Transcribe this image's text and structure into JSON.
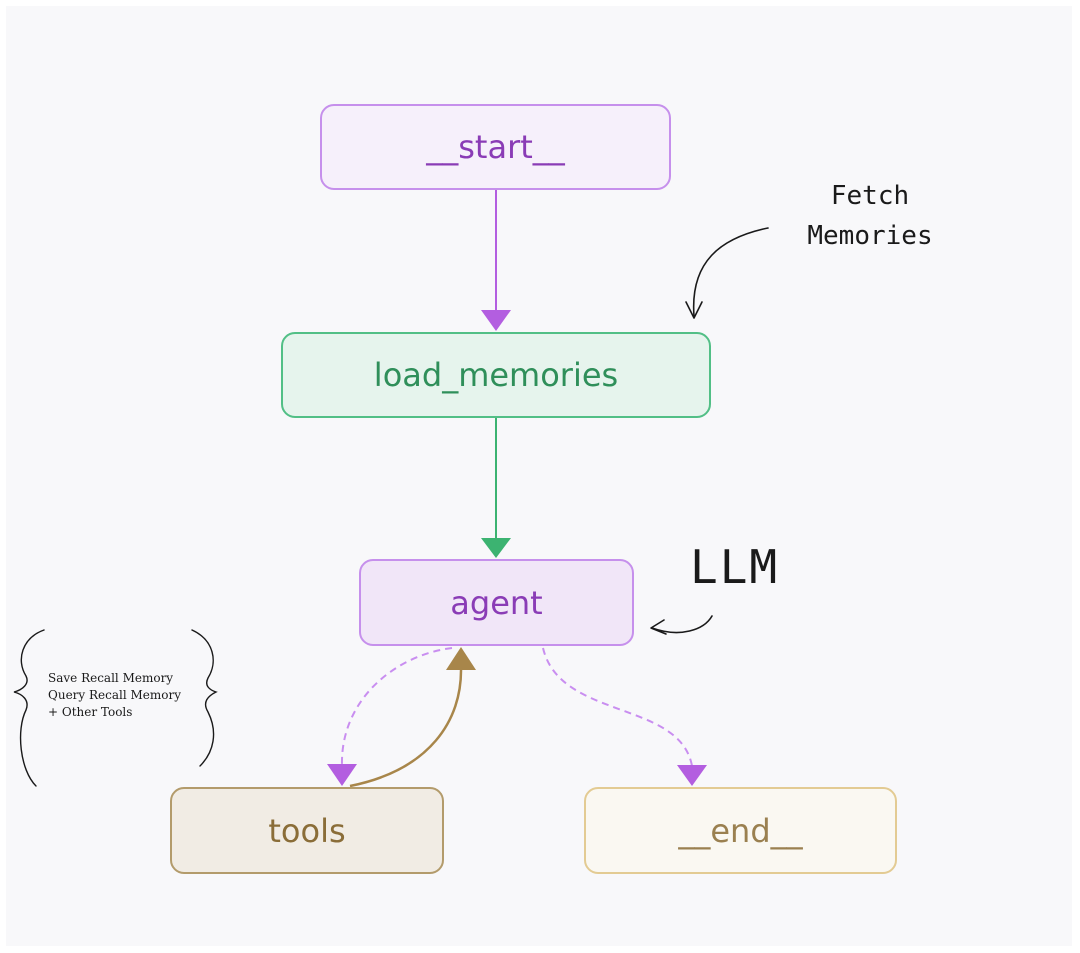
{
  "nodes": {
    "start": "__start__",
    "load_memories": "load_memories",
    "agent": "agent",
    "tools": "tools",
    "end": "__end__"
  },
  "annotations": {
    "fetch_line1": "Fetch",
    "fetch_line2": "Memories",
    "llm": "LLM",
    "tools_line1": "Save Recall Memory",
    "tools_line2": "Query Recall Memory",
    "tools_line3": "+ Other Tools"
  },
  "colors": {
    "purple_edge": "#b35ee0",
    "green_edge": "#3cb371",
    "brown_edge": "#a8864a",
    "background": "#f8f8fa"
  }
}
